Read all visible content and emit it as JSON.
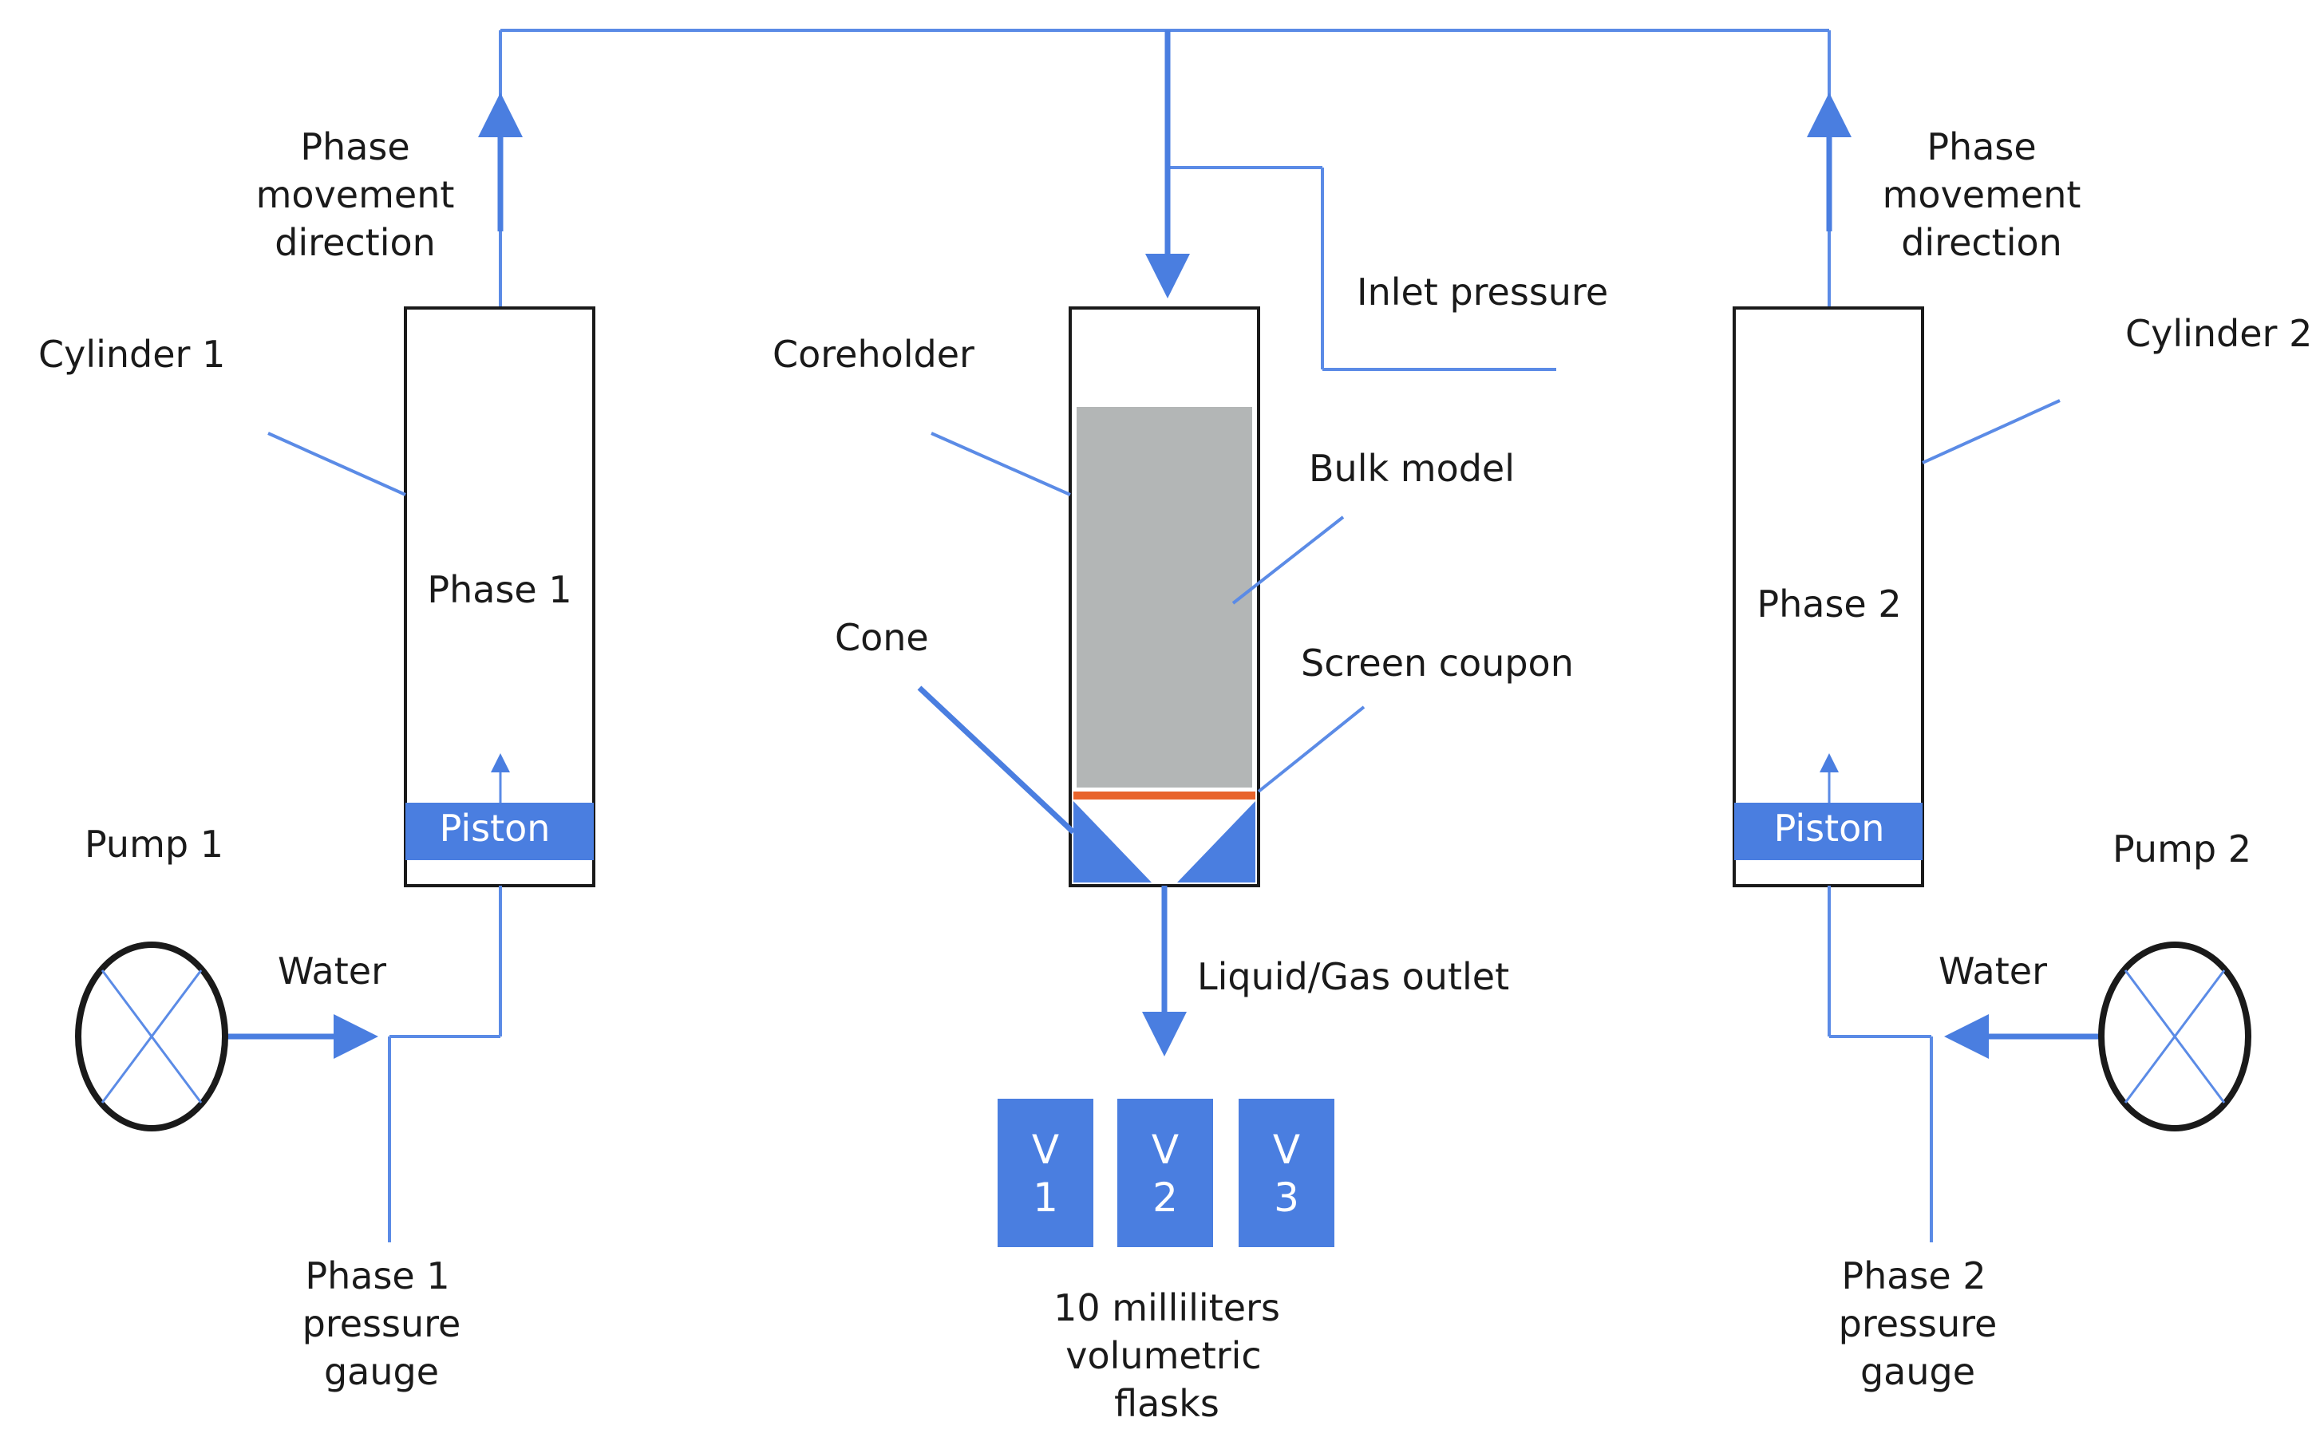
{
  "labels": {
    "cylinder1": "Cylinder 1",
    "cylinder2": "Cylinder 2",
    "phase1": "Phase 1",
    "phase2": "Phase 2",
    "piston_left": "Piston",
    "piston_right": "Piston",
    "pump1": "Pump 1",
    "pump2": "Pump 2",
    "water_left": "Water",
    "water_right": "Water",
    "phase_movement_left": [
      "Phase",
      "movement",
      "direction"
    ],
    "phase_movement_right": [
      "Phase",
      "movement",
      "direction"
    ],
    "phase1_gauge": [
      "Phase 1",
      "pressure",
      "gauge"
    ],
    "phase2_gauge": [
      "Phase 2",
      "pressure",
      "gauge"
    ],
    "coreholder": "Coreholder",
    "inlet_pressure": "Inlet pressure",
    "bulk_model": "Bulk model",
    "screen_coupon": "Screen coupon",
    "cone": "Cone",
    "outlet": "Liquid/Gas outlet",
    "flasks_caption": [
      "10 milliliters",
      "volumetric",
      "flasks"
    ]
  },
  "flasks": [
    {
      "letter": "V",
      "number": "1"
    },
    {
      "letter": "V",
      "number": "2"
    },
    {
      "letter": "V",
      "number": "3"
    }
  ],
  "colors": {
    "blue": "#4a7ee0",
    "line_blue": "#5b8be6",
    "gray_fill": "#b3b6b6",
    "orange": "#e8632b",
    "outline": "#1a1a1a"
  }
}
